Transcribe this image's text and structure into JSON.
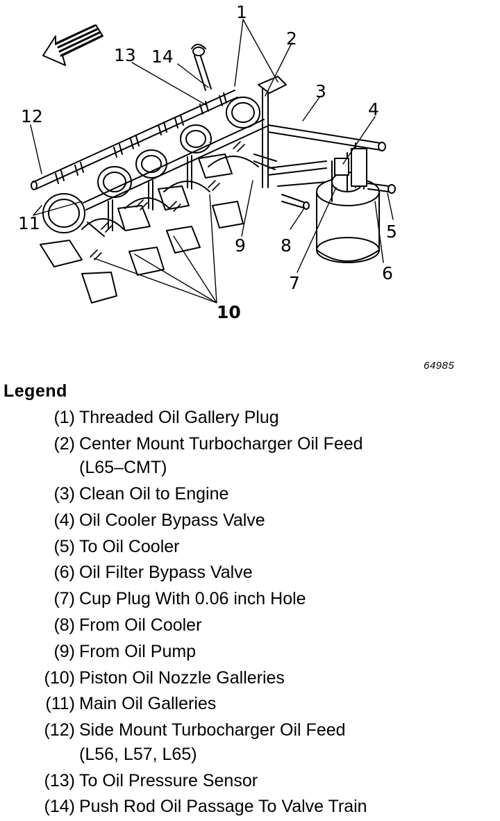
{
  "diagram": {
    "callouts": [
      "1",
      "2",
      "3",
      "4",
      "5",
      "6",
      "7",
      "8",
      "9",
      "10",
      "11",
      "12",
      "13",
      "14"
    ],
    "figure_number": "64985"
  },
  "legend": {
    "title": "Legend",
    "items": [
      {
        "num": "(1)",
        "text": "Threaded Oil Gallery Plug"
      },
      {
        "num": "(2)",
        "text": "Center Mount Turbocharger Oil Feed\n(L65–CMT)"
      },
      {
        "num": "(3)",
        "text": "Clean Oil to Engine"
      },
      {
        "num": "(4)",
        "text": "Oil Cooler Bypass Valve"
      },
      {
        "num": "(5)",
        "text": "To Oil Cooler"
      },
      {
        "num": "(6)",
        "text": "Oil Filter Bypass Valve"
      },
      {
        "num": "(7)",
        "text": "Cup Plug With 0.06 inch Hole"
      },
      {
        "num": "(8)",
        "text": "From Oil Cooler"
      },
      {
        "num": "(9)",
        "text": "From Oil Pump"
      },
      {
        "num": "(10)",
        "text": "Piston Oil Nozzle Galleries"
      },
      {
        "num": "(11)",
        "text": "Main Oil Galleries"
      },
      {
        "num": "(12)",
        "text": "Side Mount Turbocharger Oil Feed\n(L56, L57, L65)"
      },
      {
        "num": "(13)",
        "text": "To Oil Pressure Sensor"
      },
      {
        "num": "(14)",
        "text": "Push Rod Oil Passage To Valve Train"
      }
    ]
  }
}
